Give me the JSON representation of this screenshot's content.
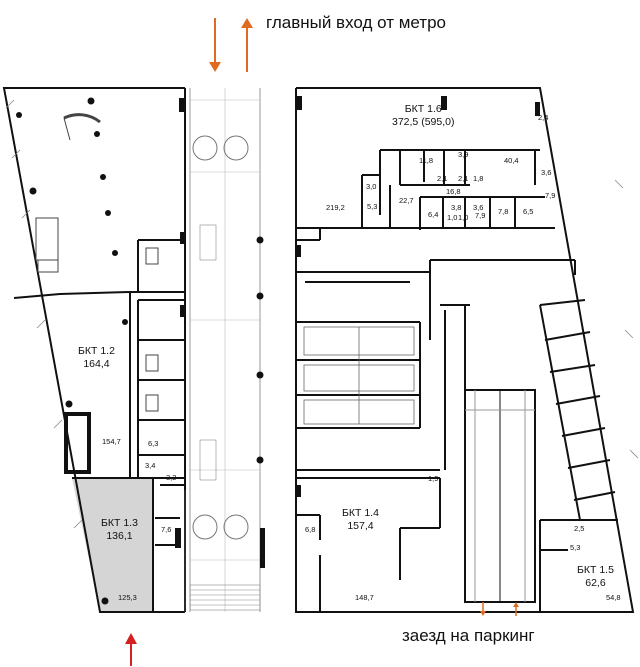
{
  "captions": {
    "entrance": "главный вход от метро",
    "parking": "заезд на паркинг"
  },
  "units": {
    "u12": {
      "name": "БКТ 1.2",
      "area": "164,4"
    },
    "u13": {
      "name": "БКТ 1.3",
      "area": "136,1"
    },
    "u14": {
      "name": "БКТ 1.4",
      "area": "157,4"
    },
    "u15": {
      "name": "БКТ 1.5",
      "area": "62,6"
    },
    "u16": {
      "name": "БКТ 1.6",
      "area": "372,5 (595,0)"
    }
  },
  "room_areas": {
    "r2_4": "2,4",
    "r11_8": "11,8",
    "r3_9": "3,9",
    "r40_4": "40,4",
    "r2_1a": "2,1",
    "r2_1b": "2,1",
    "r1_8": "1,8",
    "r3_6a": "3,6",
    "r16_8": "16,8",
    "r7_9a": "7,9",
    "r3_0": "3,0",
    "r22_7": "22,7",
    "r219_2": "219,2",
    "r5_3a": "5,3",
    "r6_4": "6,4",
    "r3_8": "3,8",
    "r3_6b": "3,6",
    "r1_0": "1,0",
    "r1_0b": "1,0",
    "r7_9b": "7,9",
    "r7_8": "7,8",
    "r6_5": "6,5",
    "r154_7": "154,7",
    "r6_3": "6,3",
    "r3_4": "3,4",
    "r3_2": "3,2",
    "r7_6": "7,6",
    "r125_3": "125,3",
    "r1_9": "1,9",
    "r6_8": "6,8",
    "r148_7": "148,7",
    "r2_5": "2,5",
    "r5_3b": "5,3",
    "r54_8": "54,8"
  },
  "colors": {
    "wall": "#111111",
    "arrow": "#e06a1f",
    "arrow_red": "#d42020",
    "highlight": "#d5d5d5",
    "thin": "#777777"
  }
}
